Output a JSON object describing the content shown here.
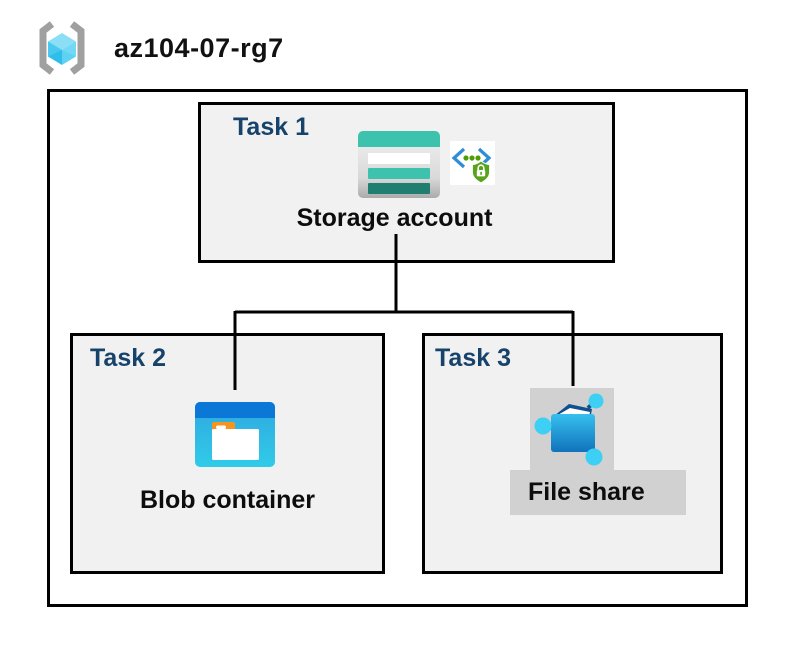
{
  "header": {
    "resource_group_name": "az104-07-rg7",
    "icon": "resource-group-icon"
  },
  "tasks": [
    {
      "id": "task1",
      "label": "Task 1",
      "resource": "Storage account",
      "icons": [
        "storage-account-icon",
        "endpoint-security-icon"
      ]
    },
    {
      "id": "task2",
      "label": "Task 2",
      "resource": "Blob container",
      "icons": [
        "blob-container-icon"
      ]
    },
    {
      "id": "task3",
      "label": "Task 3",
      "resource": "File share",
      "icons": [
        "file-share-icon"
      ]
    }
  ],
  "connections": [
    {
      "from": "Storage account",
      "to": "Blob container"
    },
    {
      "from": "Storage account",
      "to": "File share"
    }
  ],
  "colors": {
    "task_label": "#17436b",
    "box_fill": "#f1f1f2",
    "box_border": "#000000",
    "connector": "#000000",
    "fileshare_bg": "#d1d1d1",
    "storage_teal": "#3dc2ae",
    "storage_teal_dark": "#1f7e70",
    "blob_blue": "#0b78d8",
    "blob_cyan": "#2fb0e4",
    "folder_tab_orange": "#f7941e",
    "endpoint_blue": "#2e8dd6",
    "shield_green": "#57a31b",
    "cube_cyan": "#3cc6ef",
    "bracket_gray": "#a0a0a0"
  }
}
